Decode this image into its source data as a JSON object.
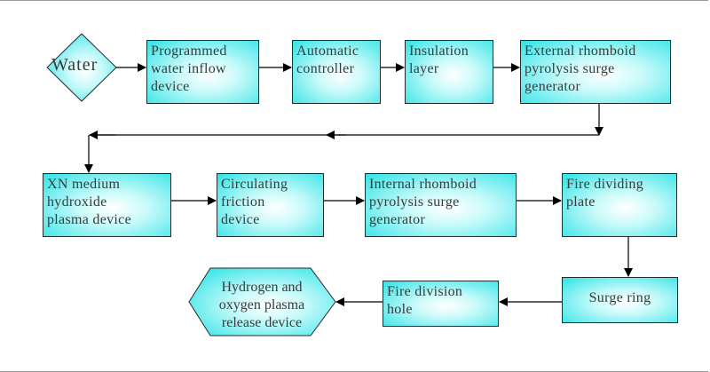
{
  "diagram": {
    "start": "Water",
    "steps": [
      "Programmed\nwater inflow\ndevice",
      "Automatic\ncontroller",
      "Insulation\nlayer",
      "External rhomboid\npyrolysis surge\ngenerator",
      "XN medium\nhydroxide\nplasma device",
      "Circulating\nfriction\ndevice",
      "Internal rhomboid\npyrolysis surge\ngenerator",
      "Fire dividing\nplate",
      "Surge ring",
      "Fire division\nhole"
    ],
    "end": "Hydrogen and\noxygen plasma\nrelease device",
    "colors": {
      "box_fill_edge": "#2fe3e6",
      "box_fill_center": "#ffffff",
      "text": "#3a3a3a",
      "line": "#000000"
    }
  }
}
